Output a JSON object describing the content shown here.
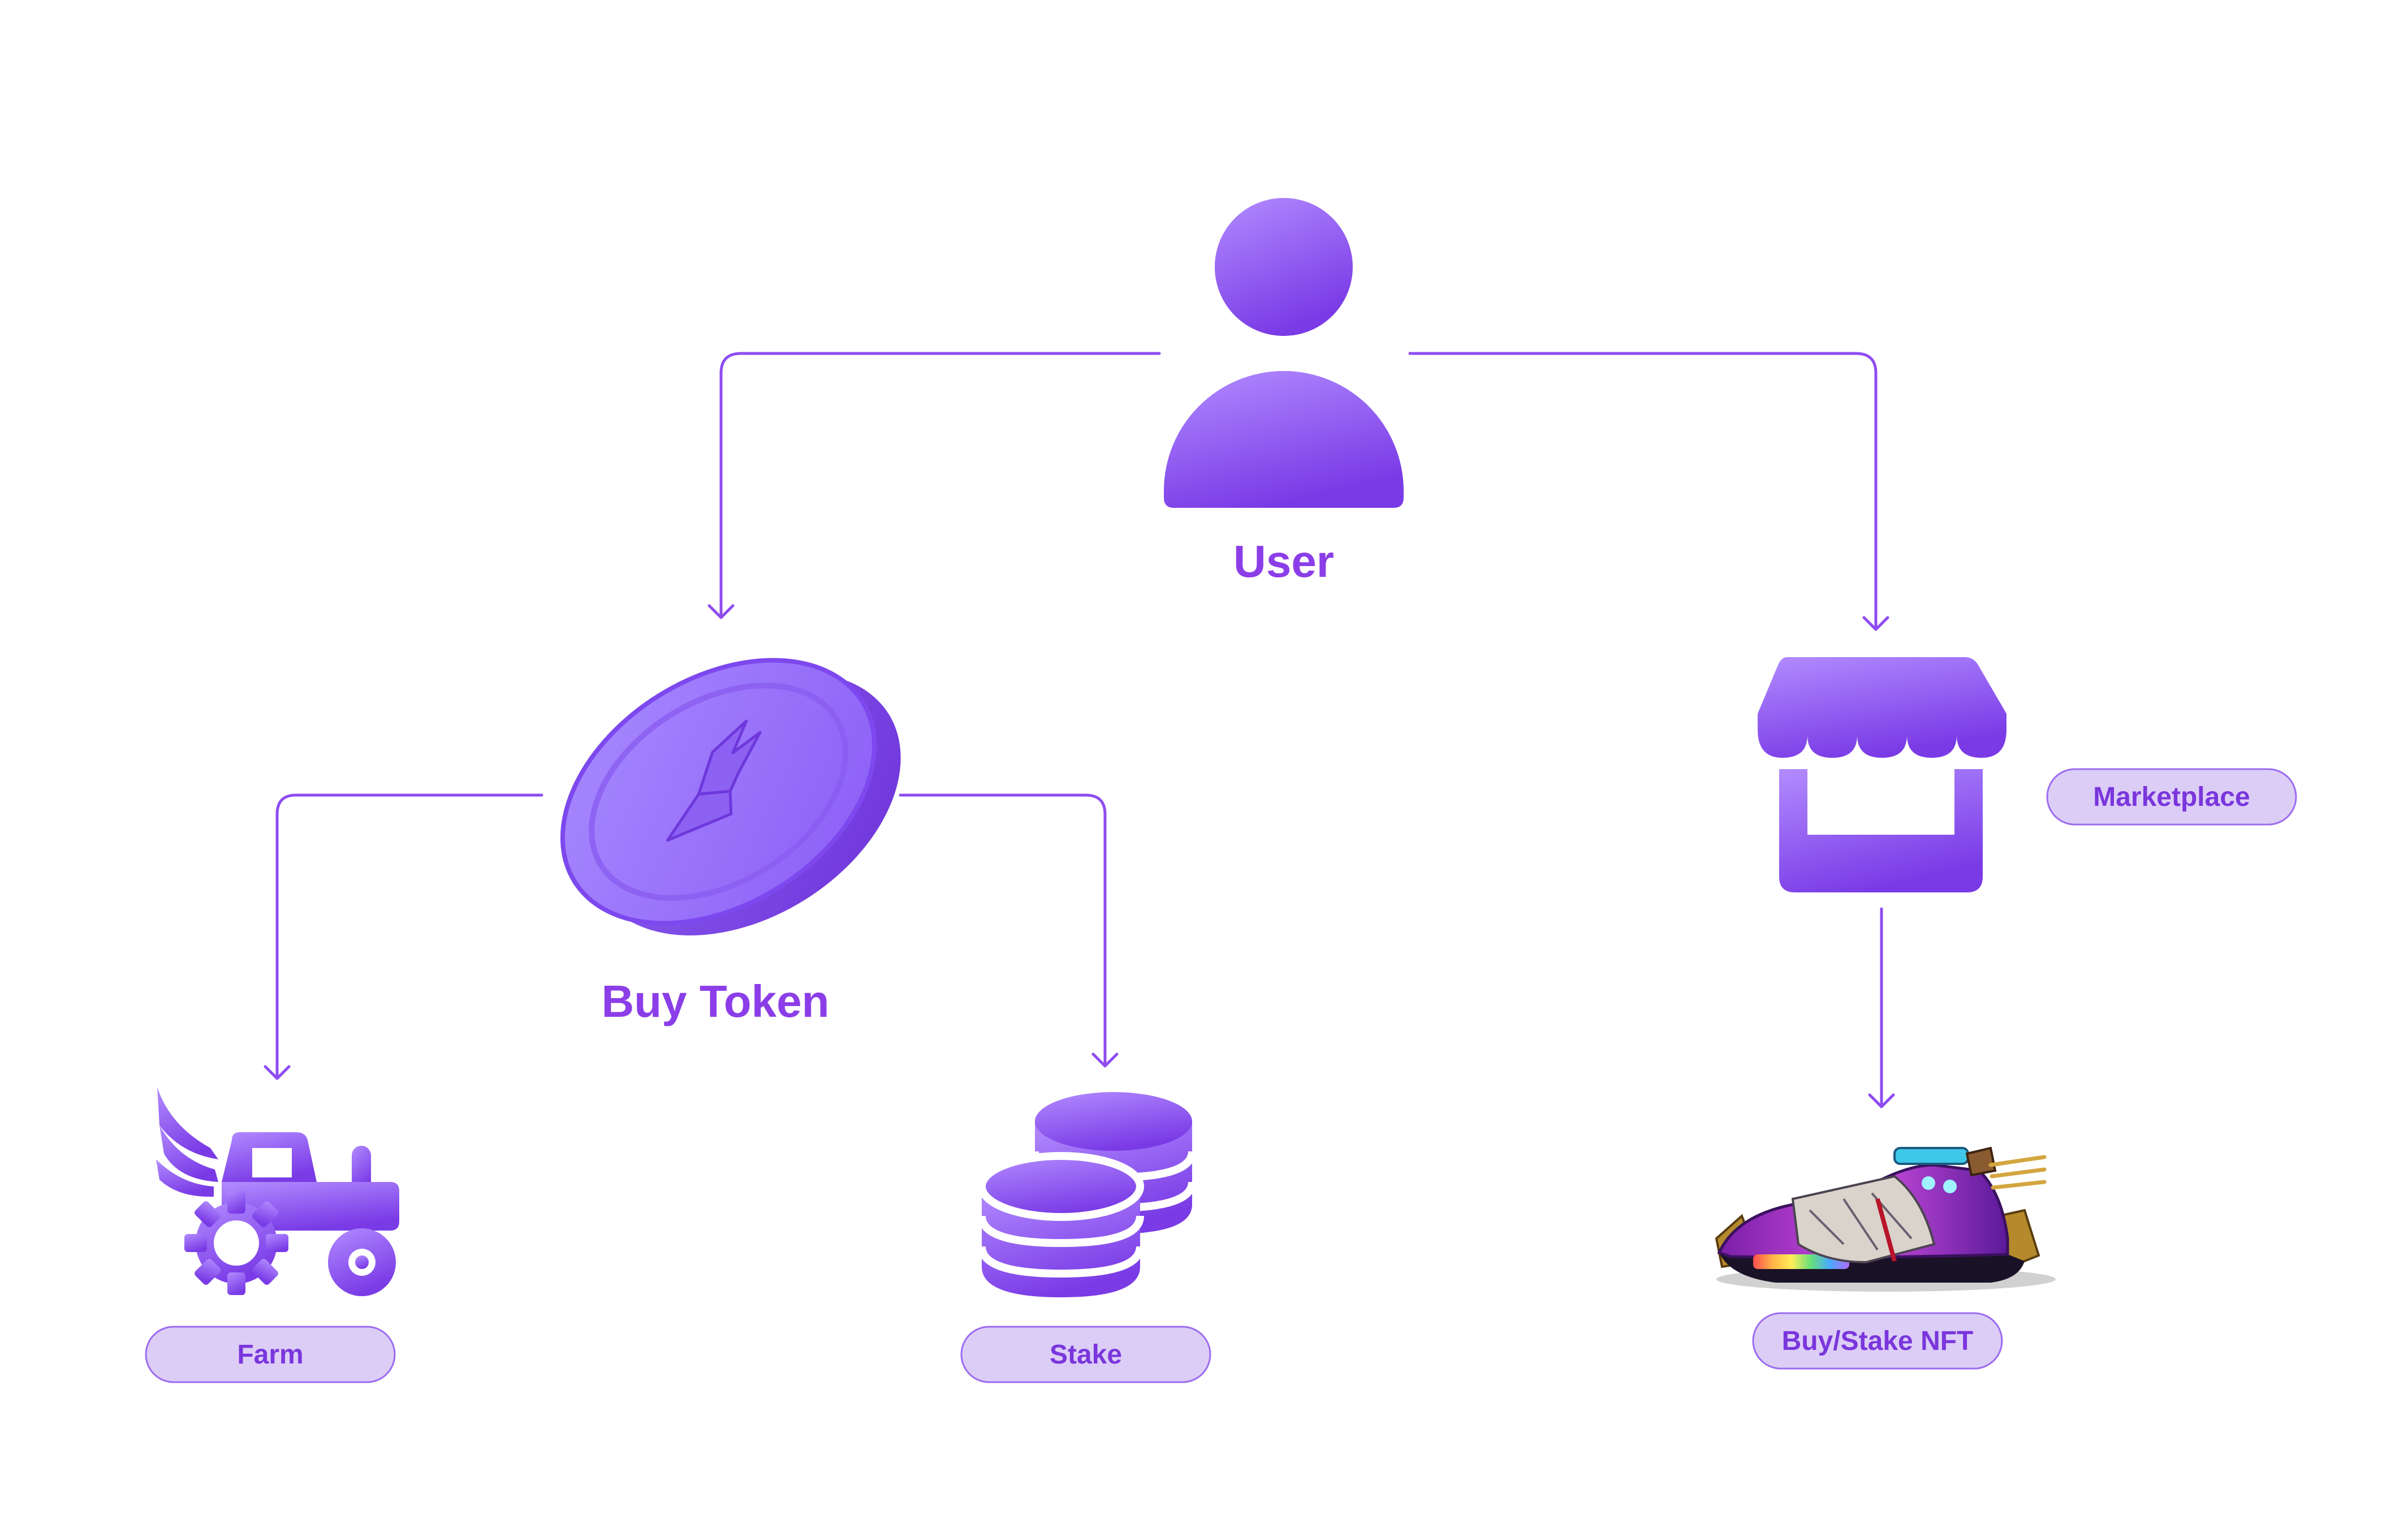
{
  "diagram": {
    "user_label": "User",
    "buy_token_label": "Buy Token",
    "marketplace_label": "Marketplace",
    "farm_label": "Farm",
    "stake_label": "Stake",
    "nft_label": "Buy/Stake NFT"
  },
  "colors": {
    "accent": "#8b3ee8",
    "line": "#8e4cf0",
    "pill_fill": "#dccdf7",
    "pill_border": "#9d6cf0",
    "icon_light": "#b088ff",
    "icon_dark": "#7b3fe6"
  },
  "icons": [
    "user-icon",
    "coin-icon",
    "storefront-icon",
    "winged-tractor-icon",
    "coin-stack-icon",
    "sneaker-nft-image"
  ]
}
